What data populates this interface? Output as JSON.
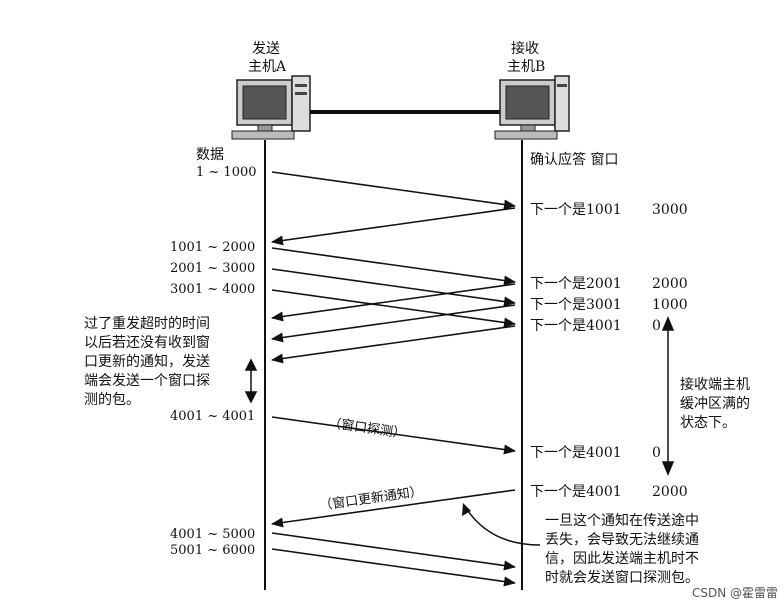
{
  "hostA": {
    "line1": "发送",
    "line2": "主机A"
  },
  "hostB": {
    "line1": "接收",
    "line2": "主机B"
  },
  "left_header": "数据",
  "right_header": "确认应答 窗口",
  "left_labels": [
    "1 ~ 1000",
    "1001 ~ 2000",
    "2001 ~ 3000",
    "3001 ~ 4000",
    "4001 ~ 4001",
    "4001 ~ 5000",
    "5001 ~ 6000"
  ],
  "acks": [
    {
      "text": "下一个是1001",
      "win": "3000"
    },
    {
      "text": "下一个是2001",
      "win": "2000"
    },
    {
      "text": "下一个是3001",
      "win": "1000"
    },
    {
      "text": "下一个是4001",
      "win": "0"
    },
    {
      "text": "下一个是4001",
      "win": "0"
    },
    {
      "text": "下一个是4001",
      "win": "2000"
    }
  ],
  "left_note": [
    "过了重发超时的时间",
    "以后若还没有收到窗",
    "口更新的通知，发送",
    "端会发送一个窗口探",
    "测的包。"
  ],
  "right_note": [
    "接收端主机",
    "缓冲区满的",
    "状态下。"
  ],
  "probe_label": "（窗口探测）",
  "update_label": "（窗口更新通知）",
  "bottom_note": [
    "一旦这个通知在传送途中",
    "丢失，会导致无法继续通",
    "信，因此发送端主机时不",
    "时就会发送窗口探测包。"
  ],
  "watermark": "CSDN @霍雷雷"
}
